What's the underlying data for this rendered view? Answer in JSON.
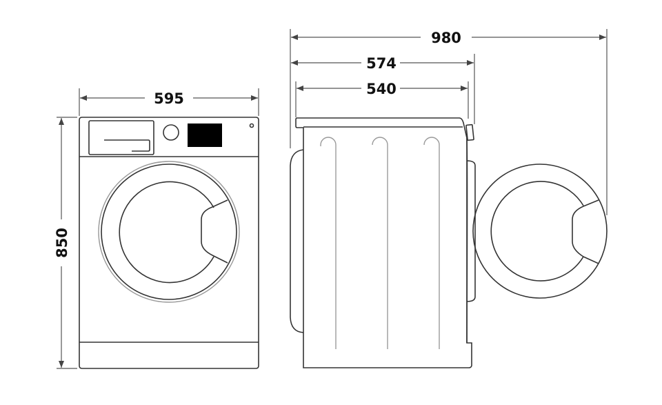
{
  "title": "Washing machine dimensions (mm)",
  "dimensions": {
    "front_width": "595",
    "height": "850",
    "depth_with_door_open": "980",
    "depth_total": "574",
    "depth_body": "540"
  }
}
